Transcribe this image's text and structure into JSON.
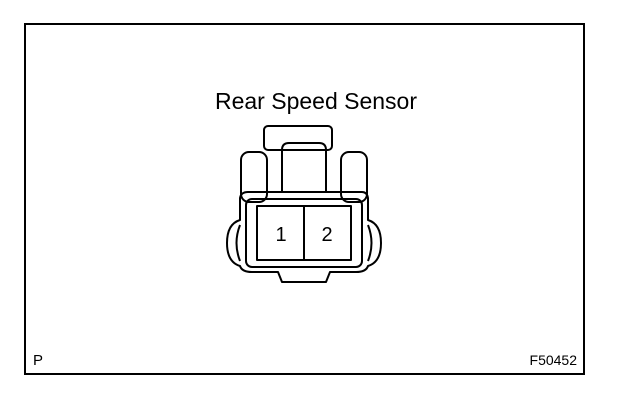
{
  "title": "Rear Speed Sensor",
  "connector": {
    "pins": [
      "1",
      "2"
    ]
  },
  "corner_mark": "P",
  "figure_id": "F50452"
}
